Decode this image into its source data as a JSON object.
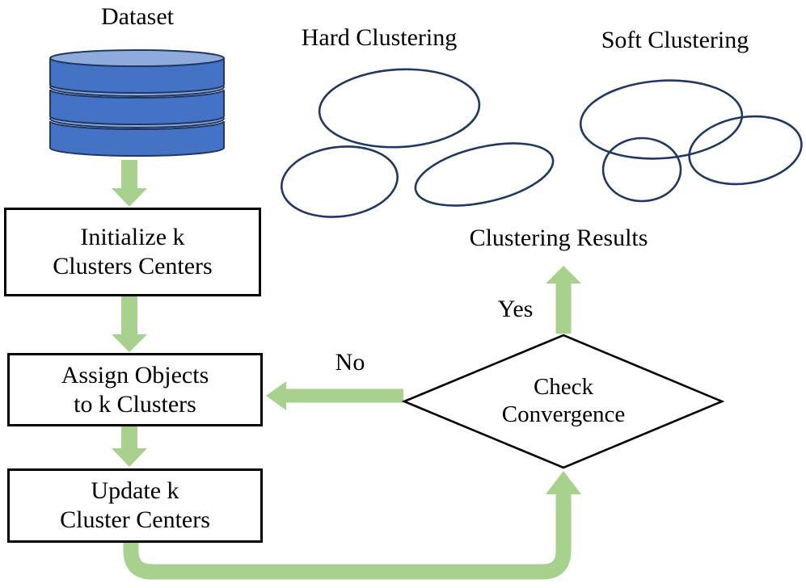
{
  "labels": {
    "dataset": "Dataset",
    "hard_clustering": "Hard Clustering",
    "soft_clustering": "Soft Clustering",
    "clustering_results": "Clustering Results",
    "yes": "Yes",
    "no": "No"
  },
  "flowchart": {
    "step_initialize": "Initialize k\nClusters Centers",
    "step_assign": "Assign Objects\nto k Clusters",
    "step_update": "Update k\nCluster Centers",
    "decision": "Check\nConvergence"
  },
  "icons": {
    "database": "database-icon"
  },
  "colors": {
    "arrow_green": "#a9d18e",
    "cluster_outline": "#1f3864",
    "db_fill": "#4472c4",
    "db_top": "#8faadc",
    "db_outline": "#1f3864",
    "shape_outline": "#000000"
  }
}
